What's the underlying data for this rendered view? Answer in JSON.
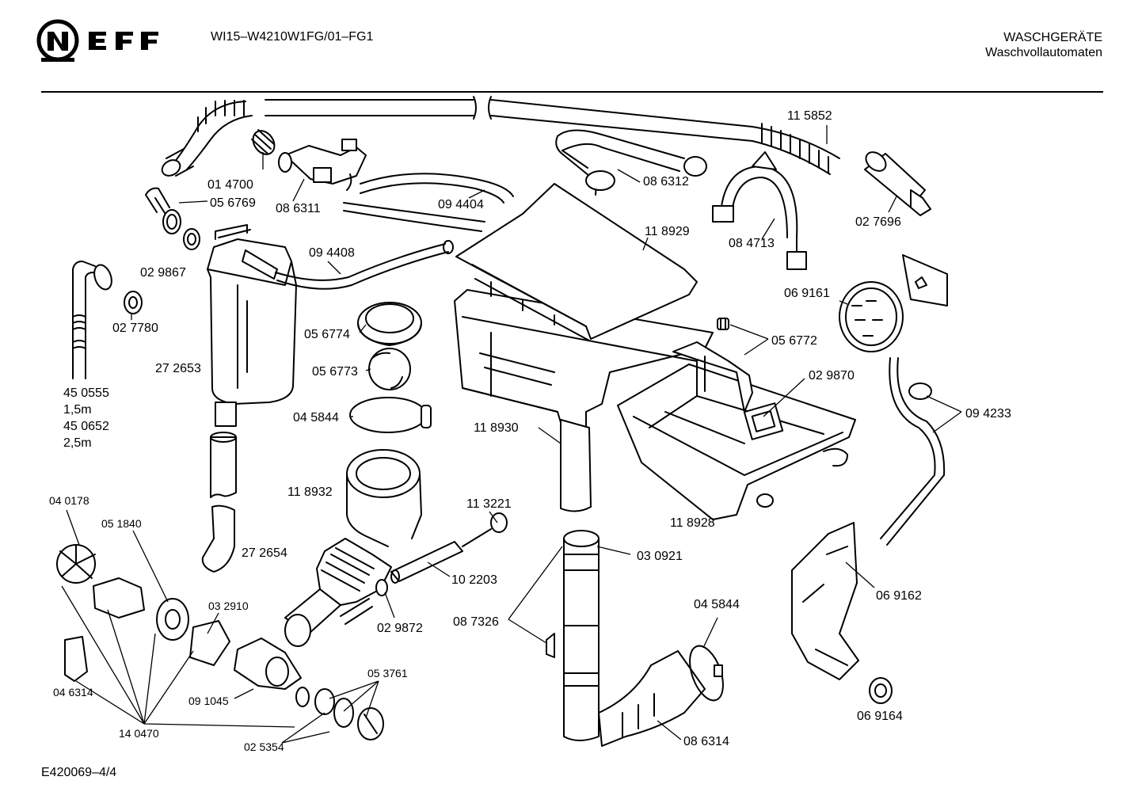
{
  "header": {
    "brand": "NEFF",
    "model": "WI15–W4210W1FG/01–FG1",
    "category_line1": "WASCHGERÄTE",
    "category_line2": "Waschvollautomaten"
  },
  "footer": {
    "code": "E420069–4/4"
  },
  "labels": {
    "p014700": "01 4700",
    "p056769": "05 6769",
    "p086311": "08 6311",
    "p094404": "09 4404",
    "p086312": "08 6312",
    "p115852": "11 5852",
    "p027696": "02 7696",
    "p084713": "08 4713",
    "p029867": "02 9867",
    "p094408": "09 4408",
    "p118929": "11 8929",
    "p027780": "02 7780",
    "p069161": "06 9161",
    "p056774": "05 6774",
    "p056772": "05 6772",
    "p272653": "27 2653",
    "p056773": "05 6773",
    "p029870": "02 9870",
    "p450555": "45 0555",
    "len15": "1,5m",
    "p450652": "45 0652",
    "len25": "2,5m",
    "p045844a": "04 5844",
    "p094233": "09 4233",
    "p118930": "11 8930",
    "p118932": "11 8932",
    "p113221": "11 3221",
    "p040178": "04 0178",
    "p051840": "05 1840",
    "p118928": "11 8928",
    "p272654": "27 2654",
    "p030921": "03 0921",
    "p102203": "10 2203",
    "p069162": "06 9162",
    "p032910": "03 2910",
    "p087326": "08 7326",
    "p029872": "02 9872",
    "p045844b": "04 5844",
    "p053761": "05 3761",
    "p046314": "04 6314",
    "p091045": "09 1045",
    "p069164": "06 9164",
    "p140470": "14 0470",
    "p086314": "08 6314",
    "p025354": "02 5354"
  },
  "icons": {
    "logo": "neff-logo-icon"
  }
}
